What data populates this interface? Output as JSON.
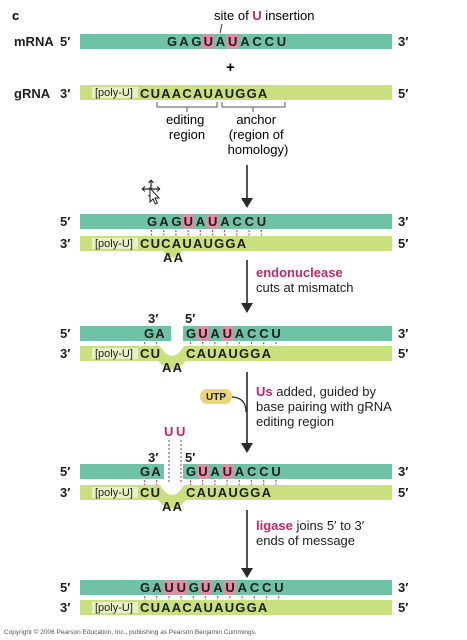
{
  "panel_label": "c",
  "top": {
    "site_label_pre": "site of ",
    "site_label_u": "U",
    "site_label_post": " insertion",
    "mrna_label": "mRNA",
    "mrna_5": "5′",
    "mrna_3": "3′",
    "mrna_seq": [
      "G",
      "A",
      "G",
      "U",
      "A",
      "U",
      "A",
      "C",
      "C",
      "U"
    ],
    "plus": "+",
    "grna_label": "gRNA",
    "grna_3": "3′",
    "grna_5": "5′",
    "polyu": "[poly-U]",
    "grna_seq": "CUAACAUAUGGA",
    "editing_region": [
      "editing",
      "region"
    ],
    "anchor": [
      "anchor",
      "(region of",
      "homology)"
    ]
  },
  "step1": {
    "top_5": "5′",
    "top_3": "3′",
    "bot_3": "3′",
    "bot_5": "5′",
    "mrna_seq": [
      "G",
      "A",
      "G",
      "U",
      "A",
      "U",
      "A",
      "C",
      "C",
      "U"
    ],
    "polyu": "[poly-U]",
    "grna_seq": "CUCAUAUGGA",
    "loop": "AA"
  },
  "step2": {
    "caption_colored": "endonuclease",
    "caption_rest": "cuts at mismatch",
    "cut_left_prime": "3′",
    "cut_right_prime": "5′",
    "top_5": "5′",
    "top_3": "3′",
    "bot_3": "3′",
    "bot_5": "5′",
    "left_seq": "GA",
    "right_seq": [
      "G",
      "U",
      "A",
      "U",
      "A",
      "C",
      "C",
      "U"
    ],
    "polyu": "[poly-U]",
    "grna_left": "CU",
    "loop": "AA",
    "grna_right": "CAUAUGGA"
  },
  "step3": {
    "utp": "UTP",
    "caption_line1_u": "Us",
    "caption_line1_rest": " added, guided by",
    "caption_line2": "base pairing with gRNA",
    "caption_line3": "editing region",
    "added_u": [
      "U",
      "U"
    ],
    "cut_left_prime": "3′",
    "cut_right_prime": "5′",
    "top_5": "5′",
    "top_3": "3′",
    "bot_3": "3′",
    "bot_5": "5′",
    "left_seq": "GA",
    "right_seq": [
      "G",
      "U",
      "A",
      "U",
      "A",
      "C",
      "C",
      "U"
    ],
    "polyu": "[poly-U]",
    "grna_left": "CU",
    "loop": "AA",
    "grna_right": "CAUAUGGA"
  },
  "step4": {
    "caption_colored": "ligase",
    "caption_rest": " joins 5′ to 3′",
    "caption_line2": "ends of message",
    "top_5": "5′",
    "top_3": "3′",
    "bot_3": "3′",
    "bot_5": "5′",
    "mrna_seq": [
      "G",
      "A",
      "U",
      "U",
      "G",
      "U",
      "A",
      "U",
      "A",
      "C",
      "C",
      "U"
    ],
    "polyu": "[poly-U]",
    "grna_seq": "CUAACAUAUGGA"
  },
  "copyright": "Copyright © 2006 Pearson Education, Inc., publishing as Pearson Benjamin Cummings.",
  "colors": {
    "mrna_strand": "#6fc2a6",
    "grna_strand": "#c9e07f",
    "highlight_u": "#e88aa2",
    "accent_magenta": "#c0266e",
    "pair_line": "#d04a86",
    "arrow": "#2a2a2a"
  }
}
